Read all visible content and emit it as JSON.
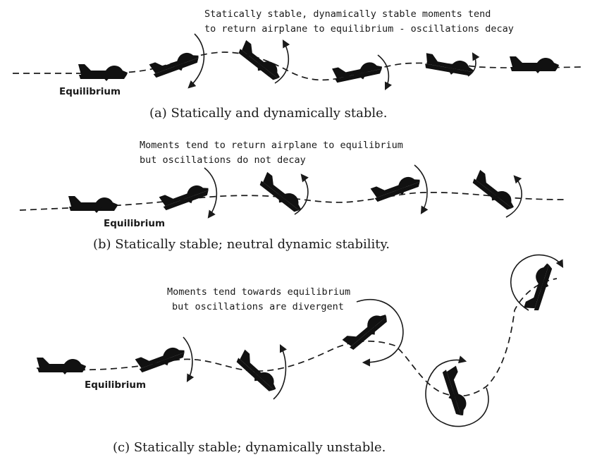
{
  "panels": [
    {
      "id": "a",
      "note_lines": [
        "Statically stable, dynamically stable moments tend",
        "to return airplane to equilibrium - oscillations decay"
      ],
      "equilibrium_label": "Equilibrium",
      "caption": "(a) Statically and dynamically stable."
    },
    {
      "id": "b",
      "note_lines": [
        "Moments tend to return airplane to equilibrium",
        "but oscillations do not decay"
      ],
      "equilibrium_label": "Equilibrium",
      "caption": "(b) Statically stable; neutral dynamic stability."
    },
    {
      "id": "c",
      "note_lines": [
        "Moments tend towards equilibrium",
        "but oscillations are divergent"
      ],
      "equilibrium_label": "Equilibrium",
      "caption": "(c) Statically stable; dynamically unstable."
    }
  ],
  "colors": {
    "ink": "#1a1a1a",
    "background": "#ffffff"
  },
  "icons": {
    "airplane": "jet-airplane-silhouette-icon",
    "moment": "curved-moment-arrow-icon"
  }
}
